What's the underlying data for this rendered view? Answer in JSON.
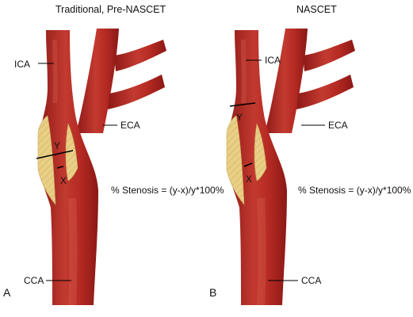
{
  "panels": [
    {
      "letter": "A",
      "title": "Traditional, Pre-NASCET",
      "labels": {
        "ica": "ICA",
        "eca": "ECA",
        "cca": "CCA",
        "y": "Y",
        "x": "X"
      },
      "formula": "% Stenosis = (y-x)/y*100%"
    },
    {
      "letter": "B",
      "title": "NASCET",
      "labels": {
        "ica": "ICA",
        "eca": "ECA",
        "cca": "CCA",
        "y": "Y",
        "x": "X"
      },
      "formula": "% Stenosis = (y-x)/y*100%"
    }
  ],
  "colors": {
    "artery_dark": "#8e1a17",
    "artery_mid": "#b52a23",
    "artery_light": "#cf4a3e",
    "plaque_fill": "#e9cf86",
    "plaque_hatch": "#c9a95c"
  }
}
